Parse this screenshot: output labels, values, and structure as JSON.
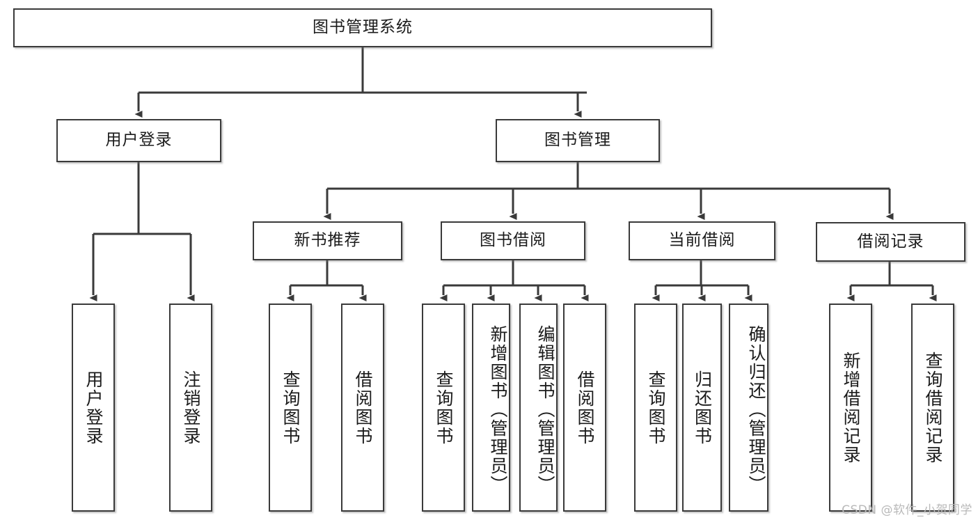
{
  "diagram": {
    "title": "图书管理系统",
    "type": "tree-hierarchy-chart",
    "colors": {
      "box_border": "#3a3a3a",
      "box_fill": "#ffffff",
      "connector": "#3a3a3a",
      "text": "#1b1b1b",
      "watermark": "#b9b9b9"
    },
    "root": {
      "label": "图书管理系统"
    },
    "level2": [
      {
        "label": "用户登录"
      },
      {
        "label": "图书管理"
      }
    ],
    "level3": [
      {
        "label": "新书推荐"
      },
      {
        "label": "图书借阅"
      },
      {
        "label": "当前借阅"
      },
      {
        "label": "借阅记录"
      }
    ],
    "leaves": {
      "user_login": [
        {
          "label": "用户登录"
        },
        {
          "label": "注销登录"
        }
      ],
      "new_book_recommend": [
        {
          "label": "查询图书"
        },
        {
          "label": "借阅图书"
        }
      ],
      "book_borrow": [
        {
          "label": "查询图书"
        },
        {
          "label": "新增图书（管理员）"
        },
        {
          "label": "编辑图书（管理员）"
        },
        {
          "label": "借阅图书"
        }
      ],
      "current_borrow": [
        {
          "label": "查询图书"
        },
        {
          "label": "归还图书"
        },
        {
          "label": "确认归还（管理员）"
        }
      ],
      "borrow_record": [
        {
          "label": "新增借阅记录"
        },
        {
          "label": "查询借阅记录"
        }
      ]
    },
    "watermark": "CSDN @软件_小贺同学"
  }
}
